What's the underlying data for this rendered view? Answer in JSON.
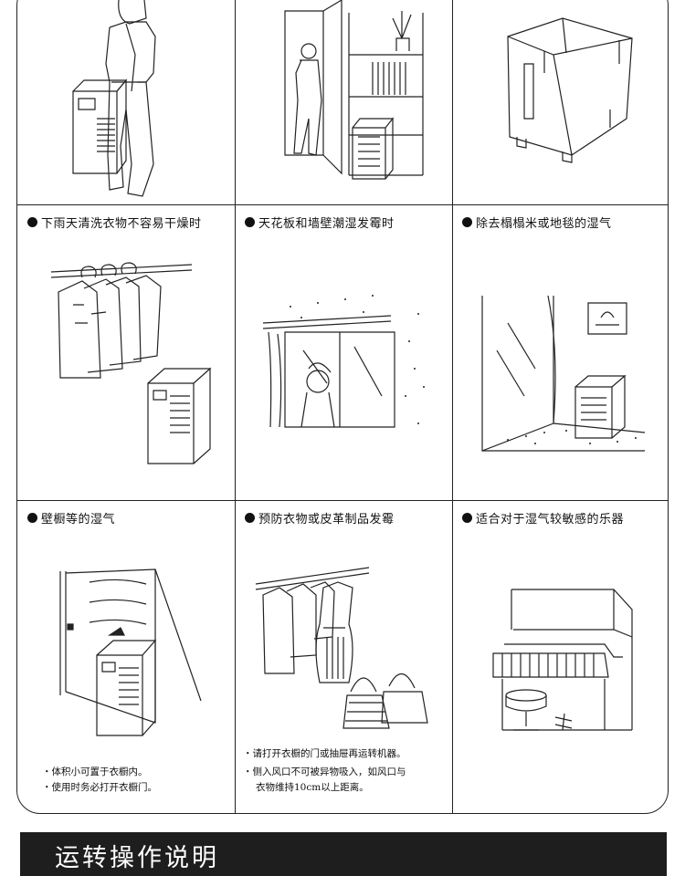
{
  "cells": [
    {
      "title": "",
      "icon": "man-with-dehumidifier"
    },
    {
      "title": "",
      "icon": "person-opening-closet"
    },
    {
      "title": "",
      "icon": "water-tank"
    },
    {
      "title": "下雨天清洗衣物不容易干燥时",
      "icon": "hanging-clothes"
    },
    {
      "title": "天花板和墙壁潮湿发霉时",
      "icon": "window-woman"
    },
    {
      "title": "除去榻榻米或地毯的湿气",
      "icon": "room-carpet"
    },
    {
      "title": "壁橱等的湿气",
      "icon": "wardrobe"
    },
    {
      "title": "预防衣物或皮革制品发霉",
      "icon": "clothes-and-bags"
    },
    {
      "title": "适合对于湿气较敏感的乐器",
      "icon": "piano"
    }
  ],
  "notes": {
    "wardrobe": [
      "・体积小可置于衣橱内。",
      "・使用时务必打开衣橱门。"
    ],
    "clothes": [
      "・请打开衣橱的门或抽屉再运转机器。",
      "・侧入风口不可被异物吸入，如风口与",
      "衣物维持10cm以上距离。"
    ]
  },
  "footer": {
    "title": "运转操作说明"
  }
}
